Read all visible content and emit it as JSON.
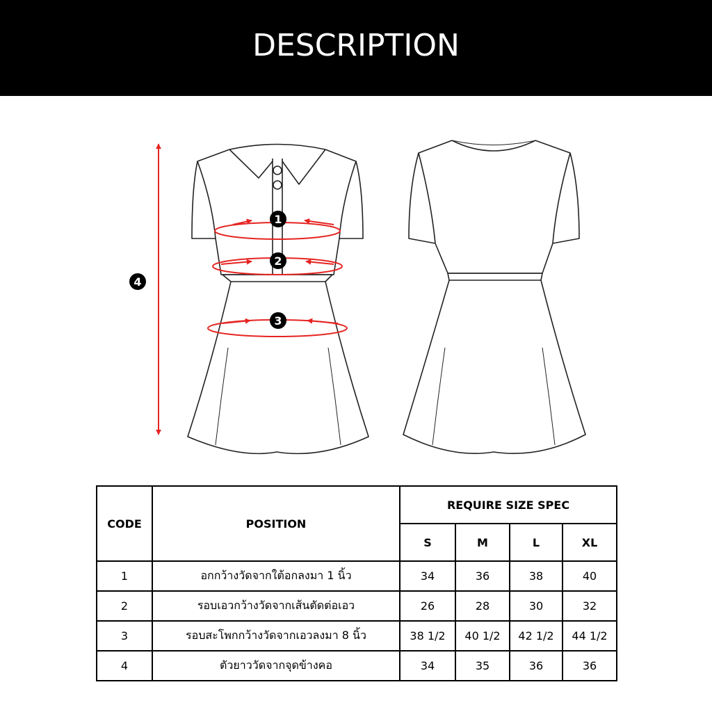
{
  "header": {
    "title": "DESCRIPTION"
  },
  "colors": {
    "header_bg": "#000000",
    "measure_line": "#e52421",
    "outline": "#222222"
  },
  "markers": {
    "m1": "1",
    "m2": "2",
    "m3": "3",
    "m4": "4"
  },
  "table": {
    "code_header": "CODE",
    "position_header": "POSITION",
    "spec_header": "REQUIRE SIZE SPEC",
    "sizes": [
      "S",
      "M",
      "L",
      "XL"
    ],
    "rows": [
      {
        "code": "1",
        "position": "อกกว้างวัดจากใต้อกลงมา 1 นิ้ว",
        "values": [
          "34",
          "36",
          "38",
          "40"
        ]
      },
      {
        "code": "2",
        "position": "รอบเอวกว้างวัดจากเส้นตัดต่อเอว",
        "values": [
          "26",
          "28",
          "30",
          "32"
        ]
      },
      {
        "code": "3",
        "position": "รอบสะโพกกว้างวัดจากเอวลงมา 8 นิ้ว",
        "values": [
          "38 1/2",
          "40 1/2",
          "42 1/2",
          "44 1/2"
        ]
      },
      {
        "code": "4",
        "position": "ตัวยาววัดจากจุดข้างคอ",
        "values": [
          "34",
          "35",
          "36",
          "36"
        ]
      }
    ]
  }
}
